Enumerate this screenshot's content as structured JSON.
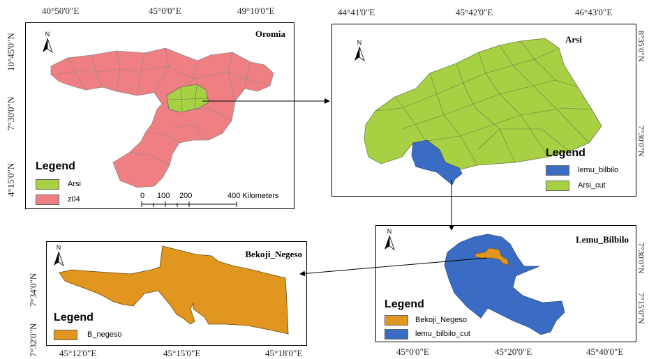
{
  "colors": {
    "pink": "#f07f84",
    "green": "#a7d143",
    "blue": "#3b6cc4",
    "orange": "#e0961f",
    "outline": "#8a8a8a"
  },
  "north_label": "N",
  "oromia": {
    "title": "Oromia",
    "top_coords": [
      "40°50'0\"E",
      "45°0'0\"E",
      "49°10'0\"E"
    ],
    "left_coords": [
      "10°45'0\"N",
      "7°30'0\"N",
      "4°15'0\"N"
    ],
    "legend": {
      "title": "Legend",
      "items": [
        {
          "label": "Arsi",
          "color": "#a7d143"
        },
        {
          "label": "z04",
          "color": "#f07f84"
        }
      ]
    },
    "scale": {
      "ticks": [
        "0",
        "100",
        "200",
        "400 Kilometers"
      ]
    }
  },
  "arsi": {
    "title": "Arsi",
    "top_coords": [
      "44°41'0\"E",
      "45°42'0\"E",
      "46°43'0\"E"
    ],
    "right_coords": [
      "8°35'0\"N",
      "7°30'0\"N"
    ],
    "legend": {
      "title": "Legend",
      "items": [
        {
          "label": "lemu_bilbilo",
          "color": "#3b6cc4"
        },
        {
          "label": "Arsi_cut",
          "color": "#a7d143"
        }
      ]
    }
  },
  "lemu": {
    "title": "Lemu_Bilbilo",
    "bottom_coords": [
      "45°0'0\"E",
      "45°20'0\"E",
      "45°40'0\"E"
    ],
    "right_coords": [
      "7°30'0\"N",
      "7°15'0\"N"
    ],
    "legend": {
      "title": "Legend",
      "items": [
        {
          "label": "Bekoji_Negeso",
          "color": "#e0961f"
        },
        {
          "label": "lemu_bilbilo_cut",
          "color": "#3b6cc4"
        }
      ]
    }
  },
  "bekoji": {
    "title": "Bekoji_Negeso",
    "bottom_coords": [
      "45°12'0\"E",
      "45°15'0\"E",
      "45°18'0\"E"
    ],
    "left_coords": [
      "7°34'0\"N",
      "7°32'0\"N"
    ],
    "legend": {
      "title": "Legend",
      "items": [
        {
          "label": "B_negeso",
          "color": "#e0961f"
        }
      ]
    }
  }
}
